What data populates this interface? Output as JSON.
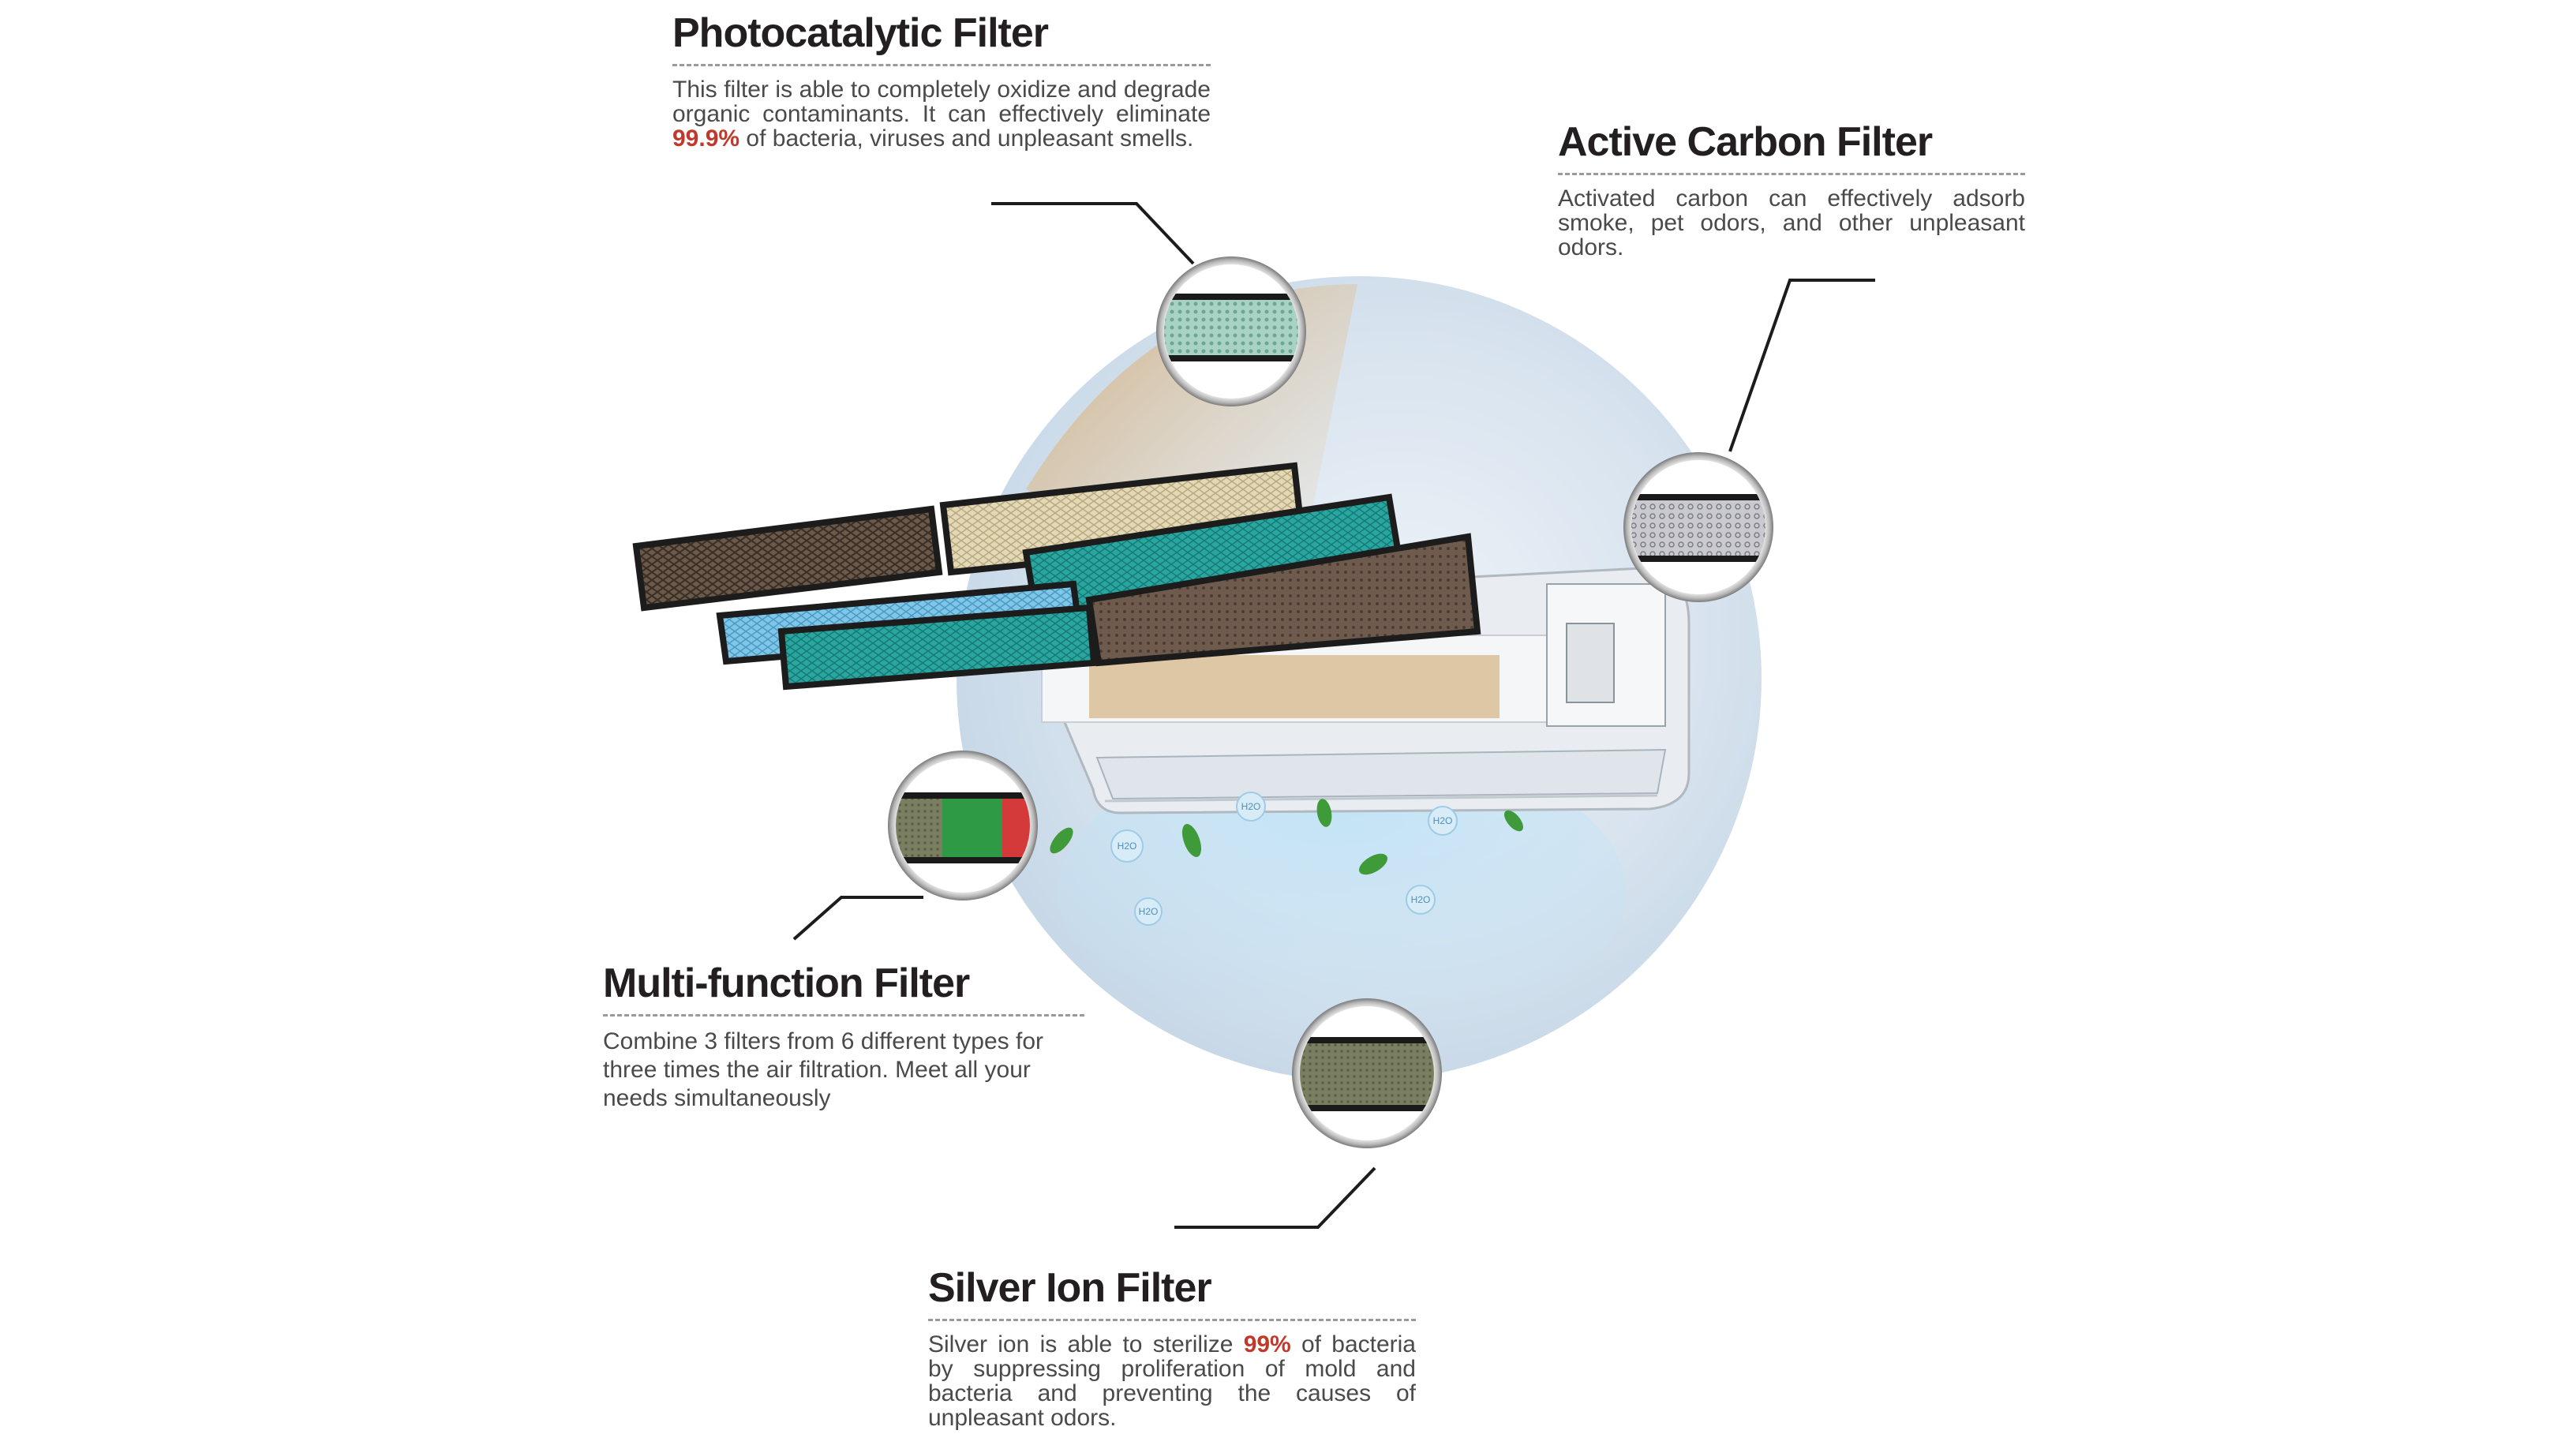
{
  "filters": {
    "photocatalytic": {
      "title": "Photocatalytic Filter",
      "desc_a": "This filter is able to completely oxidize and degrade organic contaminants. It can effectively eliminate ",
      "highlight": "99.9%",
      "desc_b": " of bacteria, viruses and unpleasant smells."
    },
    "active_carbon": {
      "title": "Active Carbon Filter",
      "desc": "Activated carbon can effectively adsorb smoke, pet odors, and other unpleasant odors."
    },
    "multi_function": {
      "title": "Multi-function Filter",
      "desc": "Combine 3 filters from 6 different types for three times the air filtration. Meet all your needs simultaneously"
    },
    "silver_ion": {
      "title": "Silver Ion Filter",
      "desc_a": "Silver ion is able to sterilize ",
      "highlight": "99%",
      "desc_b": " of bacteria by suppressing proliferation of mold and bacteria and preventing the causes of unpleasant odors."
    }
  },
  "water_label": "H2O",
  "colors": {
    "title": "#231f20",
    "body": "#4a4a4a",
    "highlight": "#c0392b",
    "divider": "#9a9a9a"
  }
}
